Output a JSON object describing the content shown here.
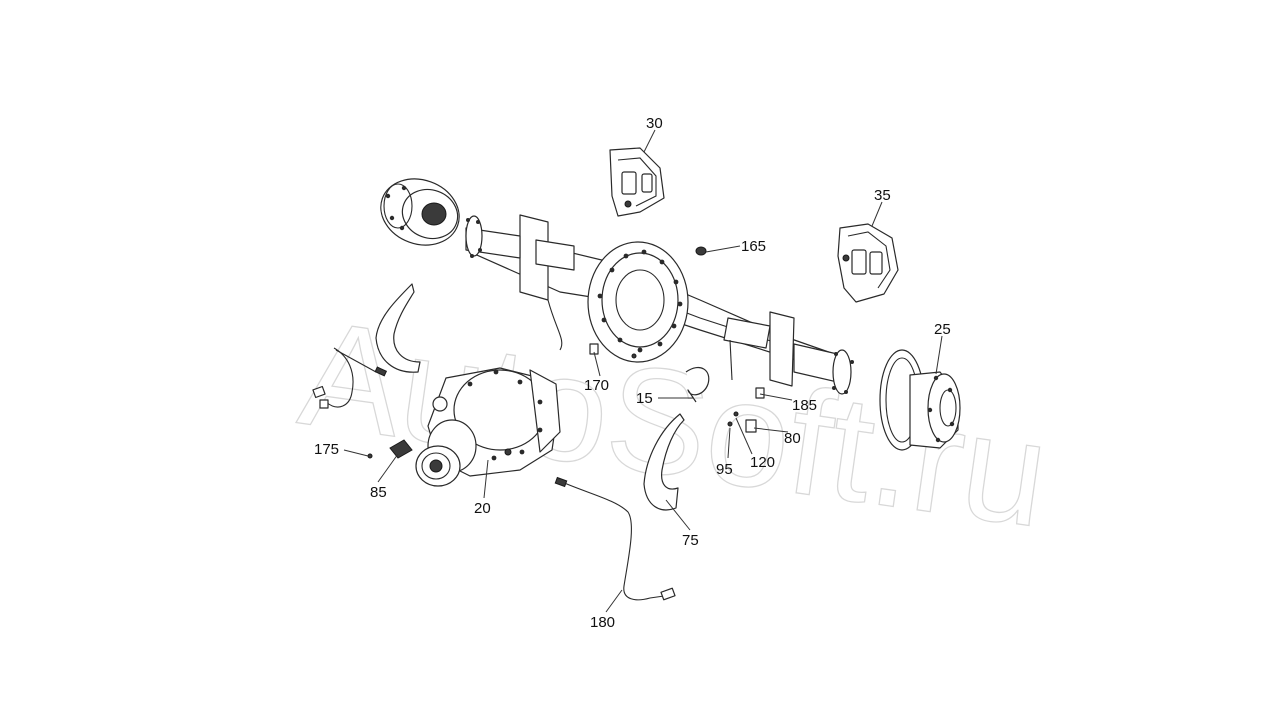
{
  "watermark": "AutoSoft.ru",
  "callouts": [
    {
      "id": "30",
      "label": "30"
    },
    {
      "id": "35",
      "label": "35"
    },
    {
      "id": "165",
      "label": "165"
    },
    {
      "id": "25",
      "label": "25"
    },
    {
      "id": "170",
      "label": "170"
    },
    {
      "id": "15",
      "label": "15"
    },
    {
      "id": "185",
      "label": "185"
    },
    {
      "id": "80",
      "label": "80"
    },
    {
      "id": "120",
      "label": "120"
    },
    {
      "id": "95",
      "label": "95"
    },
    {
      "id": "175",
      "label": "175"
    },
    {
      "id": "85",
      "label": "85"
    },
    {
      "id": "20",
      "label": "20"
    },
    {
      "id": "75",
      "label": "75"
    },
    {
      "id": "180",
      "label": "180"
    }
  ]
}
